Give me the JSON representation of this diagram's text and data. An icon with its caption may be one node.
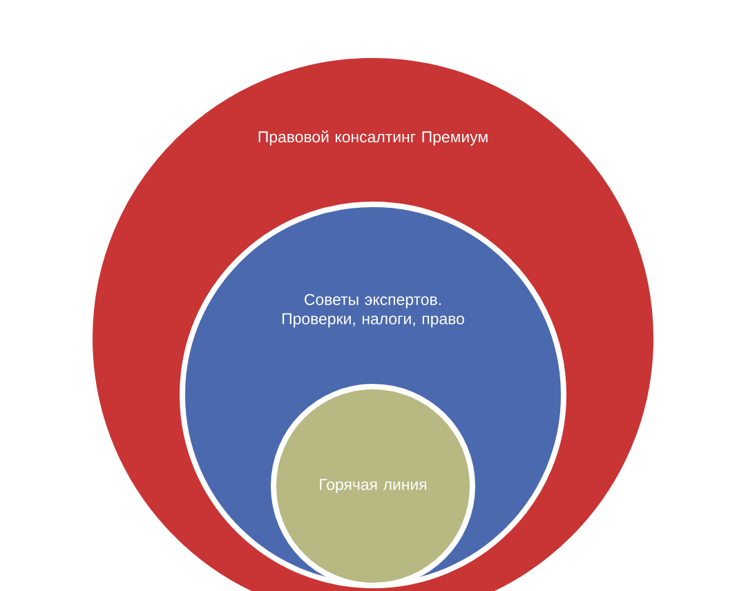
{
  "diagram": {
    "nodes": [
      {
        "text": [
          "Правовой консалтинг Премиум"
        ]
      },
      {
        "text": [
          "Советы экспертов. Проверки, налоги, право"
        ],
        "in": 0
      },
      {
        "text": [
          "Горячая линия"
        ],
        "in": 1
      }
    ]
  }
}
